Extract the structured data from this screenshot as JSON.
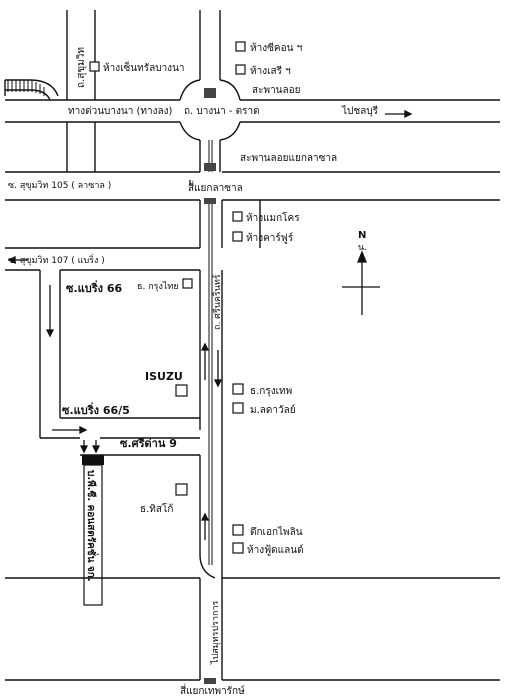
{
  "labels": {
    "road_sukhumvit_top": "ถ.สุขุมวิท",
    "central_bangna": "ห้างเซ็นทรัลบางนา",
    "expressway": "ทางด่วนบางนา (ทางลง)",
    "seacon": "ห้างซีคอน ฯ",
    "sri": "ห้างเสรี ฯ",
    "flyover": "สะพานลอย",
    "bangna_trad": "ถ. บางนา - ตราด",
    "to_chonburi": "ไปชลบุรี",
    "flyover_lasalle": "สะพานลอยแยกลาซาล",
    "soi_105": "ซ. สุขุมวิท 105 ( ลาซาล )",
    "lasalle_junction": "สี่แยกลาซาล",
    "makro": "ห้างแมกโคร",
    "carrefour": "ห้างคาร์ฟูร์",
    "north_n": "N",
    "north_th": "น.",
    "soi_107": "ซ. สุขุมวิท 107 ( แบริ่ง )",
    "bearing66": "ซ.แบริ่ง 66",
    "ktb": "ธ. กรุงไทย",
    "srinakarin": "ถ. ศรีนครินทร์",
    "isuzu": "ISUZU",
    "bbl": "ธ.กรุงเทพ",
    "ladawan": "ม.ลดาวัลย์",
    "bearing66_5": "ซ.แบริ่ง 66/5",
    "sridan9": "ซ.ศรีด่าน 9",
    "destination": "บ.พี.ซี. คอนสตรัคชั่น จก.",
    "thisco": "ธ.ทิสโก้",
    "ek_building": "ตึกเอกไพลิน",
    "foodland": "ห้างฟู้ดแลนด์",
    "to_samutprakan": "ไปสมุทรปราการ",
    "theparak": "สี่แยกเทพารักษ์"
  }
}
